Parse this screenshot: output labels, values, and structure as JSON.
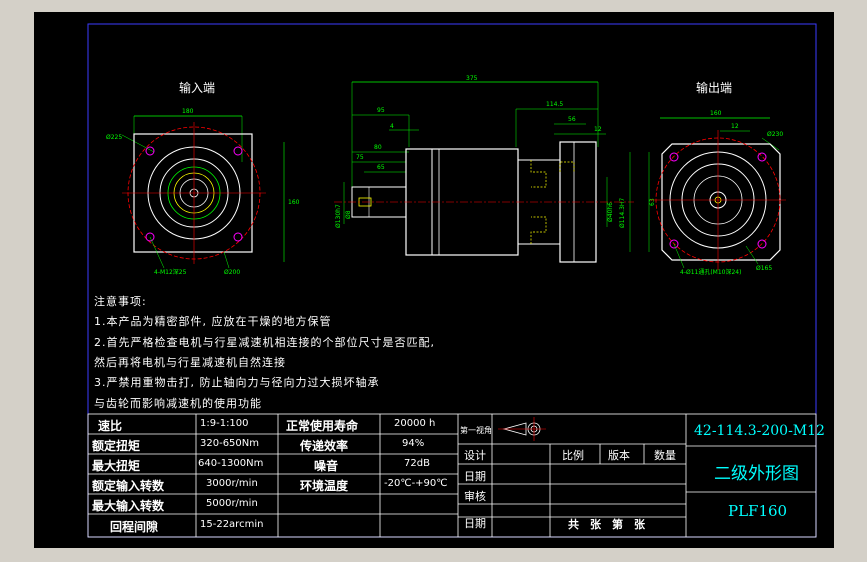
{
  "views": {
    "input_label": "输入端",
    "output_label": "输出端"
  },
  "dimensions": {
    "input_width": "180",
    "input_holes": "Ø225",
    "input_square": "160",
    "input_thread": "4-M12深25",
    "input_bore": "Ø200",
    "overall_length": "375",
    "len_95": "95",
    "len_4": "4",
    "len_80": "80",
    "len_75": "75",
    "len_65": "65",
    "len_114_5": "114.5",
    "len_56": "56",
    "len_12": "12",
    "dia_left_a": "Ø130h7",
    "dia_left_b": "Ø8",
    "dia_mid_a": "Ø40h6",
    "dia_mid_b": "Ø114.3H7",
    "output_width": "160",
    "output_holes": "Ø230",
    "output_12": "12",
    "output_side": "63",
    "output_thread": "4-Ø11通孔(M10深24)",
    "output_bore": "Ø165"
  },
  "notes": {
    "heading": "注意事项:",
    "line1": "1.本产品为精密部件, 应放在干燥的地方保管",
    "line2": "2.首先严格检查电机与行星减速机相连接的个部位尺寸是否匹配,",
    "line3": "然后再将电机与行星减速机自然连接",
    "line4": "3.严禁用重物击打, 防止轴向力与径向力过大损坏轴承",
    "line5": "与齿轮而影响减速机的使用功能"
  },
  "specs": {
    "rows": [
      {
        "k1": "速比",
        "v1": "1:9-1:100",
        "k2": "正常使用寿命",
        "v2": "20000 h"
      },
      {
        "k1": "额定扭矩",
        "v1": "320-650Nm",
        "k2": "传递效率",
        "v2": "94%"
      },
      {
        "k1": "最大扭矩",
        "v1": "640-1300Nm",
        "k2": "噪音",
        "v2": "72dB"
      },
      {
        "k1": "额定输入转数",
        "v1": "3000r/min",
        "k2": "环境温度",
        "v2": "-20℃-+90℃"
      },
      {
        "k1": "最大输入转数",
        "v1": "5000r/min",
        "k2": "",
        "v2": ""
      },
      {
        "k1": "回程间隙",
        "v1": "15-22arcmin",
        "k2": "",
        "v2": ""
      }
    ]
  },
  "titleblock": {
    "projection": "第一视角",
    "design": "设计",
    "date1": "日期",
    "review": "审核",
    "date2": "日期",
    "scale": "比例",
    "version": "版本",
    "quantity": "数量",
    "sheets": "共　张　第　张",
    "drawing_no": "42-114.3-200-M12",
    "drawing_title": "二级外形图",
    "model": "PLF160"
  },
  "colors": {
    "background": "#000000",
    "frame": "#0000ff",
    "outline": "#ffffff",
    "dimension": "#00ff00",
    "centerline": "#ff0000",
    "detail": "#ffff00",
    "titletext": "#00ffff"
  }
}
